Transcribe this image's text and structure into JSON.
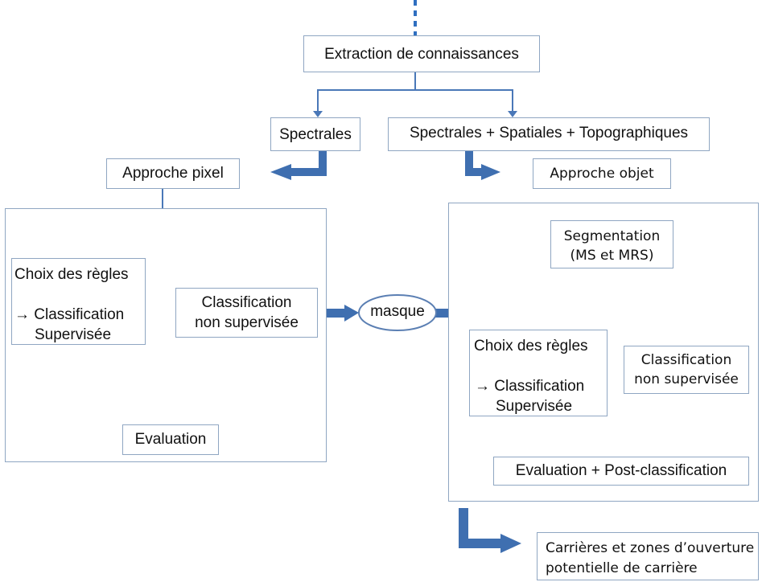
{
  "nodes": {
    "extraction": "Extraction de connaissances",
    "spectrales": "Spectrales",
    "spectrales_combo": "Spectrales + Spatiales + Topographiques",
    "approche_pixel": "Approche pixel",
    "approche_objet": "Approche objet",
    "left_choix_line1": "Choix des règles",
    "left_choix_line2": "→ Classification",
    "left_choix_line3": "Supervisée",
    "left_nonsup_line1": "Classification",
    "left_nonsup_line2": "non supervisée",
    "left_evaluation": "Evaluation",
    "masque": "masque",
    "segmentation_line1": "Segmentation",
    "segmentation_line2": "(MS et MRS)",
    "right_choix_line1": "Choix des règles",
    "right_choix_line2": "→ Classification",
    "right_choix_line3": "Supervisée",
    "right_nonsup_line1": "Classification",
    "right_nonsup_line2": "non supervisée",
    "right_evaluation": "Evaluation + Post-classification",
    "output_line1": "Carrières et zones d’ouverture",
    "output_line2": "potentielle de carrière"
  },
  "colors": {
    "connector": "#4a78b8",
    "box_border": "#8fa6c2",
    "ellipse_border": "#5b7fb3"
  }
}
